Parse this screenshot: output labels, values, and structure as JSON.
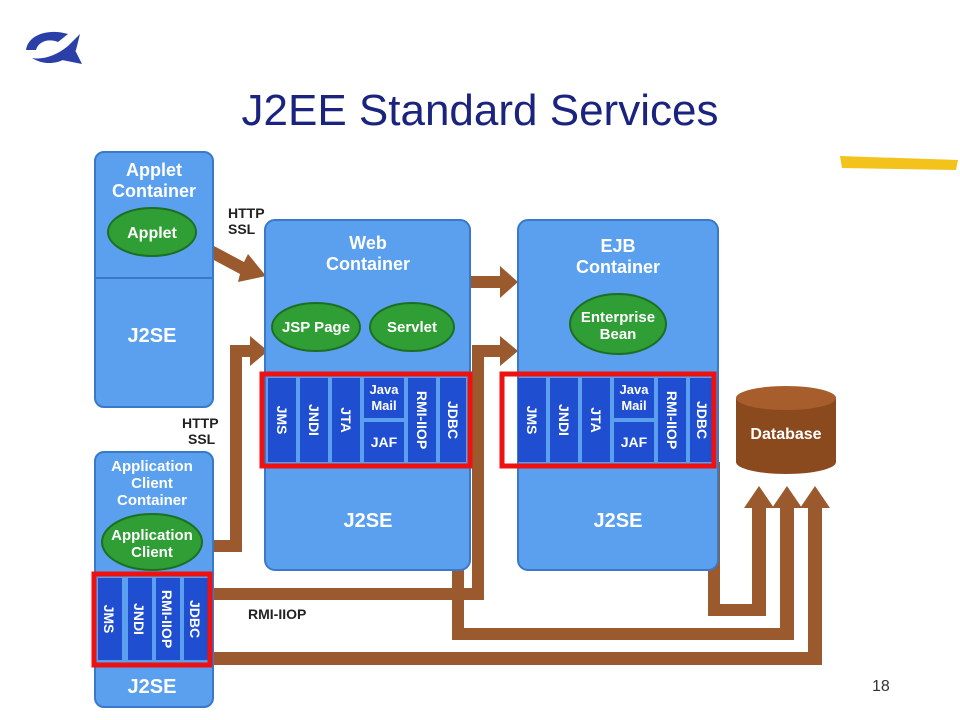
{
  "slide": {
    "title": "J2EE Standard Services",
    "page_number": "18"
  },
  "containers": {
    "applet": {
      "title_line1": "Applet",
      "title_line2": "Container",
      "component": "Applet",
      "platform": "J2SE"
    },
    "app_client": {
      "title_line1": "Application",
      "title_line2": "Client",
      "title_line3": "Container",
      "component_line1": "Application",
      "component_line2": "Client",
      "platform": "J2SE",
      "services": [
        "JMS",
        "JNDI",
        "RMI-IIOP",
        "JDBC"
      ]
    },
    "web": {
      "title_line1": "Web",
      "title_line2": "Container",
      "component_1": "JSP Page",
      "component_2": "Servlet",
      "platform": "J2SE",
      "services": {
        "jms": "JMS",
        "jndi": "JNDI",
        "jta": "JTA",
        "javamail_line1": "Java",
        "javamail_line2": "Mail",
        "jaf": "JAF",
        "rmi": "RMI-IIOP",
        "jdbc": "JDBC"
      }
    },
    "ejb": {
      "title_line1": "EJB",
      "title_line2": "Container",
      "component_line1": "Enterprise",
      "component_line2": "Bean",
      "platform": "J2SE",
      "services": {
        "jms": "JMS",
        "jndi": "JNDI",
        "jta": "JTA",
        "javamail_line1": "Java",
        "javamail_line2": "Mail",
        "jaf": "JAF",
        "rmi": "RMI-IIOP",
        "jdbc": "JDBC"
      }
    }
  },
  "database": {
    "label": "Database"
  },
  "connections": {
    "http_ssl_top_line1": "HTTP",
    "http_ssl_top_line2": "SSL",
    "http_ssl_mid_line1": "HTTP",
    "http_ssl_mid_line2": "SSL",
    "rmi_iiop": "RMI-IIOP"
  },
  "colors": {
    "container": "#5aa0ee",
    "service": "#1f4fd0",
    "component": "#2e9e35",
    "arrow": "#9b5a2e",
    "highlight": "#ee1111",
    "database": "#8a4a1e",
    "title": "#1a237e"
  }
}
